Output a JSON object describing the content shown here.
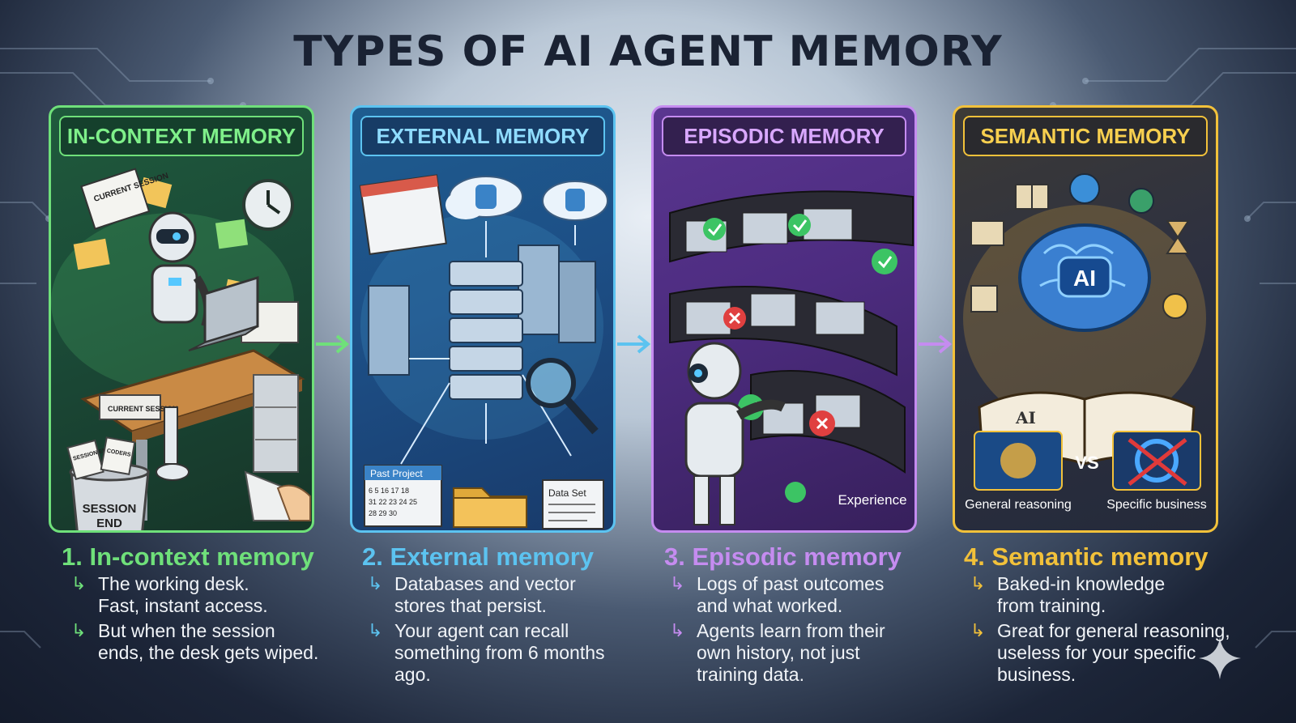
{
  "title": "TYPES OF AI AGENT MEMORY",
  "colors": {
    "green": "#6fe07a",
    "blue": "#5cc3f0",
    "purple": "#c58cf0",
    "gold": "#f2c13a",
    "title": "#1a2233"
  },
  "panels": [
    {
      "header": "IN-CONTEXT MEMORY",
      "labels": {
        "paper": "CURRENT SESSION",
        "bin_line1": "SESSION",
        "bin_line2": "END",
        "stack": "CURRENT SESSION",
        "sheet1": "SESSION END",
        "sheet2": "CODERS"
      },
      "icons": [
        "robot-icon",
        "clock-icon",
        "laptop-icon",
        "trash-bin-icon"
      ]
    },
    {
      "header": "EXTERNAL MEMORY",
      "labels": {
        "calendar": "Past Project",
        "dataset": "Data Set",
        "cal_rows": [
          "6  5  16  17  18",
          "31 22 23 24 25",
          "28 29 30"
        ]
      },
      "icons": [
        "cloud-database-icon",
        "server-icon",
        "magnifier-icon",
        "folder-icon"
      ]
    },
    {
      "header": "EPISODIC MEMORY",
      "labels": {
        "experience": "Experience"
      },
      "icons": [
        "film-strip-icon",
        "check-icon",
        "cross-icon",
        "robot-icon"
      ]
    },
    {
      "header": "SEMANTIC MEMORY",
      "labels": {
        "brain": "AI",
        "book": "AI",
        "vs": "VS",
        "left_card": "General reasoning",
        "right_card": "Specific business"
      },
      "icons": [
        "brain-icon",
        "book-icon",
        "globe-icon",
        "hourglass-icon"
      ]
    }
  ],
  "columns": [
    {
      "title": "1. In-context memory",
      "bullets": [
        "The working desk.\nFast, instant access.",
        "But when the session\nends, the desk gets wiped."
      ]
    },
    {
      "title": "2. External memory",
      "bullets": [
        "Databases and vector\nstores that persist.",
        "Your agent can recall\nsomething from 6 months\nago."
      ]
    },
    {
      "title": "3. Episodic memory",
      "bullets": [
        "Logs of past outcomes\nand what worked.",
        "Agents learn from their\nown history, not just\ntraining data."
      ]
    },
    {
      "title": "4. Semantic memory",
      "bullets": [
        "Baked-in knowledge\nfrom training.",
        "Great for general reasoning,\nuseless for your specific\nbusiness."
      ]
    }
  ]
}
